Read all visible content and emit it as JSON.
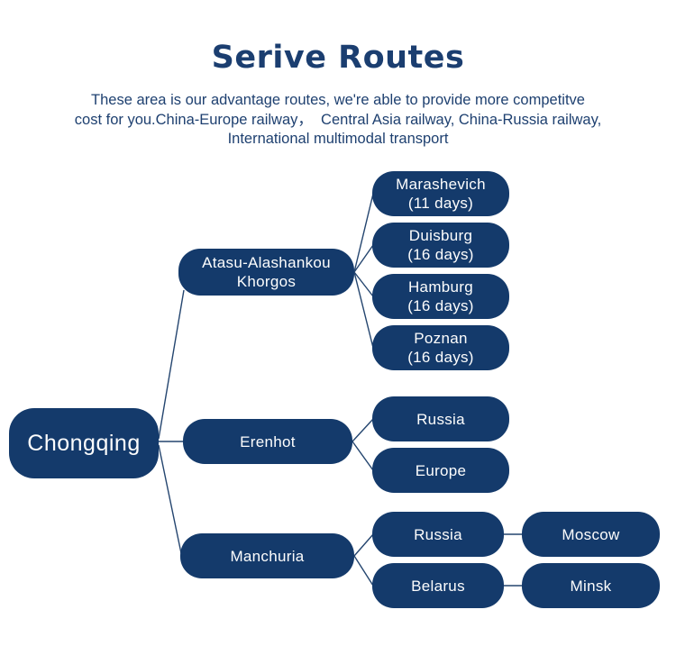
{
  "header": {
    "title": "Serive Routes",
    "subtitle_line1": "These area is our advantage routes, we're able to provide more competitve",
    "subtitle_line2": "cost for you.China-Europe railway，  Central Asia railway, China-Russia railway,",
    "subtitle_line3": "International multimodal transport"
  },
  "colors": {
    "node_fill": "#143a6b",
    "heading_text": "#1b3e70",
    "node_text": "#fdfdfd",
    "connector": "#24456f",
    "background": "#ffffff"
  },
  "tree": {
    "nodes": {
      "chongqing": {
        "label": "Chongqing"
      },
      "atasu": {
        "line1": "Atasu-Alashankou",
        "line2": "Khorgos"
      },
      "erenhot": {
        "label": "Erenhot"
      },
      "manchuria": {
        "label": "Manchuria"
      },
      "marashevich": {
        "line1": "Marashevich",
        "line2": "(11 days)"
      },
      "duisburg": {
        "line1": "Duisburg",
        "line2": "(16 days)"
      },
      "hamburg": {
        "line1": "Hamburg",
        "line2": "(16 days)"
      },
      "poznan": {
        "line1": "Poznan",
        "line2": "(16 days)"
      },
      "russia_via_erenhot": {
        "label": "Russia"
      },
      "europe": {
        "label": "Europe"
      },
      "russia_via_manchuria": {
        "label": "Russia"
      },
      "moscow": {
        "label": "Moscow"
      },
      "belarus": {
        "label": "Belarus"
      },
      "minsk": {
        "label": "Minsk"
      }
    },
    "edges": [
      [
        "Chongqing",
        "Atasu-Alashankou Khorgos"
      ],
      [
        "Chongqing",
        "Erenhot"
      ],
      [
        "Chongqing",
        "Manchuria"
      ],
      [
        "Atasu-Alashankou Khorgos",
        "Marashevich (11 days)"
      ],
      [
        "Atasu-Alashankou Khorgos",
        "Duisburg (16 days)"
      ],
      [
        "Atasu-Alashankou Khorgos",
        "Hamburg (16 days)"
      ],
      [
        "Atasu-Alashankou Khorgos",
        "Poznan (16 days)"
      ],
      [
        "Erenhot",
        "Russia"
      ],
      [
        "Erenhot",
        "Europe"
      ],
      [
        "Manchuria",
        "Russia"
      ],
      [
        "Manchuria",
        "Belarus"
      ],
      [
        "Russia",
        "Moscow"
      ],
      [
        "Belarus",
        "Minsk"
      ]
    ]
  }
}
